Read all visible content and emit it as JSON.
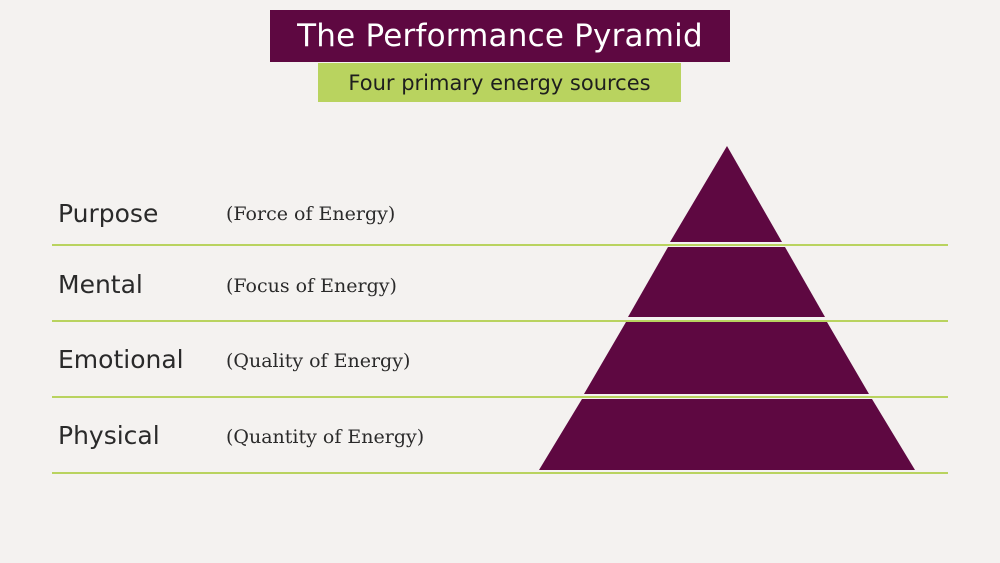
{
  "title": "The Performance Pyramid",
  "subtitle": "Four primary energy sources",
  "colors": {
    "title_bg": "#5e0841",
    "subtitle_bg": "#b9d35f",
    "pyramid_fill": "#5e0841",
    "divider_line": "#b9d35f",
    "background": "#f4f2f0"
  },
  "levels": [
    {
      "name": "Purpose",
      "description": "(Force of Energy)"
    },
    {
      "name": "Mental",
      "description": "(Focus of Energy)"
    },
    {
      "name": "Emotional",
      "description": "(Quality of Energy)"
    },
    {
      "name": "Physical",
      "description": "(Quantity of Energy)"
    }
  ]
}
